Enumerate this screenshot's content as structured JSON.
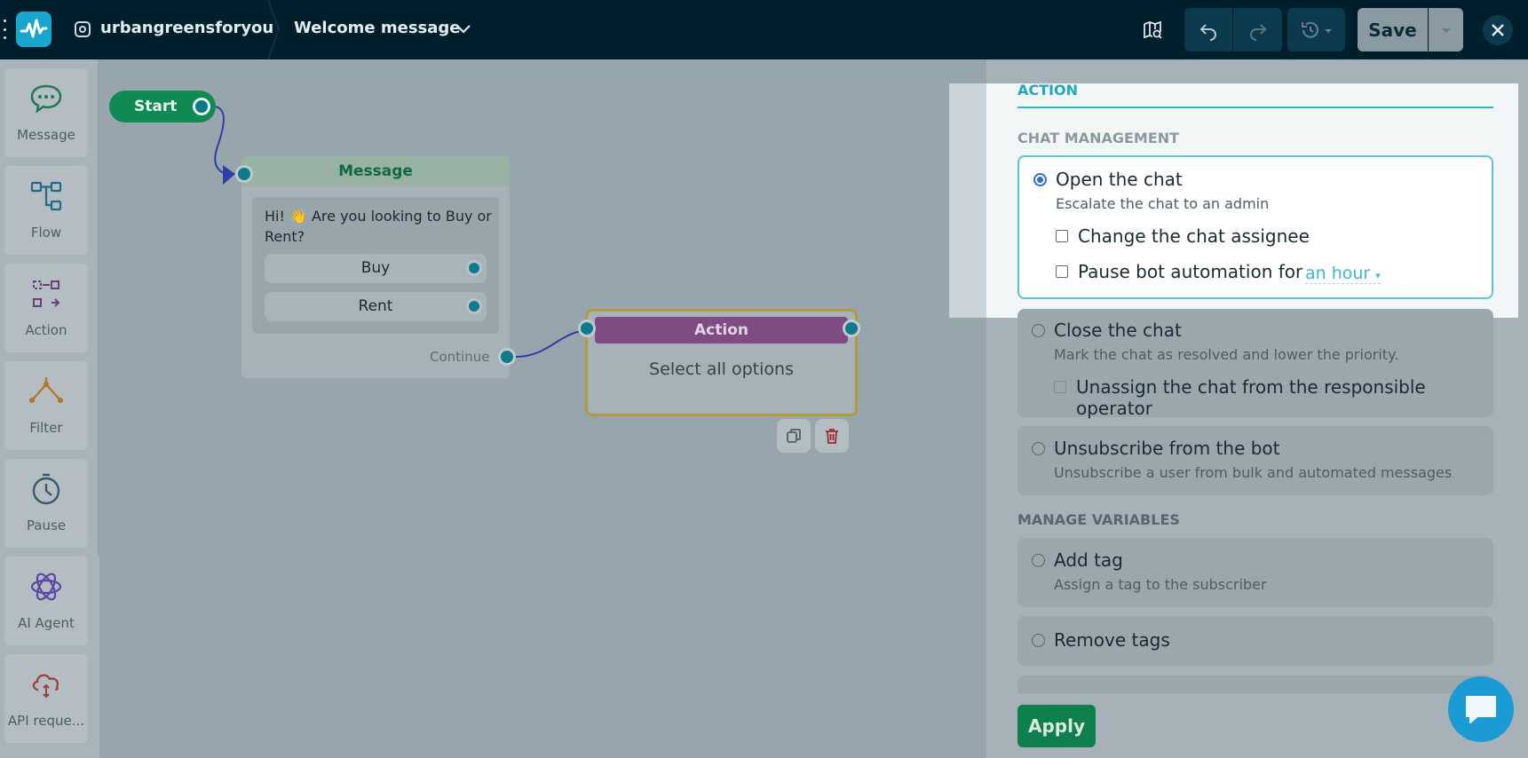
{
  "topbar": {
    "account_name": "urbangreensforyou",
    "flow_title": "Welcome message",
    "save_label": "Save",
    "icons": {
      "logo": "pulse-logo-icon",
      "account": "instagram-icon",
      "flow_menu": "chevron-down-icon",
      "map": "map-search-icon",
      "undo": "undo-icon",
      "redo": "redo-icon",
      "history": "history-icon",
      "close": "close-icon"
    }
  },
  "sidebar": {
    "items": [
      {
        "label": "Message",
        "icon": "chat-bubble-icon"
      },
      {
        "label": "Flow",
        "icon": "flow-icon"
      },
      {
        "label": "Action",
        "icon": "action-icon"
      },
      {
        "label": "Filter",
        "icon": "filter-icon"
      },
      {
        "label": "Pause",
        "icon": "clock-icon"
      },
      {
        "label": "AI Agent",
        "icon": "ai-agent-icon"
      },
      {
        "label": "API reque...",
        "icon": "api-cloud-icon"
      }
    ]
  },
  "canvas": {
    "start_label": "Start",
    "message_node": {
      "header": "Message",
      "text": "Hi! 👋 Are you looking to Buy or Rent?",
      "buttons": [
        "Buy",
        "Rent"
      ],
      "continue_label": "Continue"
    },
    "action_node": {
      "header": "Action",
      "description": "Select all options"
    }
  },
  "panel": {
    "tab": "ACTION",
    "sections": {
      "chat_management": "CHAT MANAGEMENT",
      "manage_variables": "MANAGE VARIABLES"
    },
    "options": {
      "open_chat": {
        "title": "Open the chat",
        "subtitle": "Escalate the chat to an admin",
        "selected": true,
        "change_assignee": "Change the chat assignee",
        "pause_bot": "Pause bot automation for",
        "pause_duration": "an hour"
      },
      "close_chat": {
        "title": "Close the chat",
        "subtitle": "Mark the chat as resolved and lower the priority.",
        "unassign": "Unassign the chat from the responsible operator"
      },
      "unsubscribe": {
        "title": "Unsubscribe from the bot",
        "subtitle": "Unsubscribe a user from bulk and automated messages"
      },
      "add_tag": {
        "title": "Add tag",
        "subtitle": "Assign a tag to the subscriber"
      },
      "remove_tags": {
        "title": "Remove tags"
      }
    },
    "apply_label": "Apply"
  },
  "colors": {
    "topbar_bg": "#001f2c",
    "accent": "#1fa8c4",
    "start_green": "#0f8a53",
    "action_purple": "#7e4b83",
    "apply_green": "#0f7f4e"
  }
}
